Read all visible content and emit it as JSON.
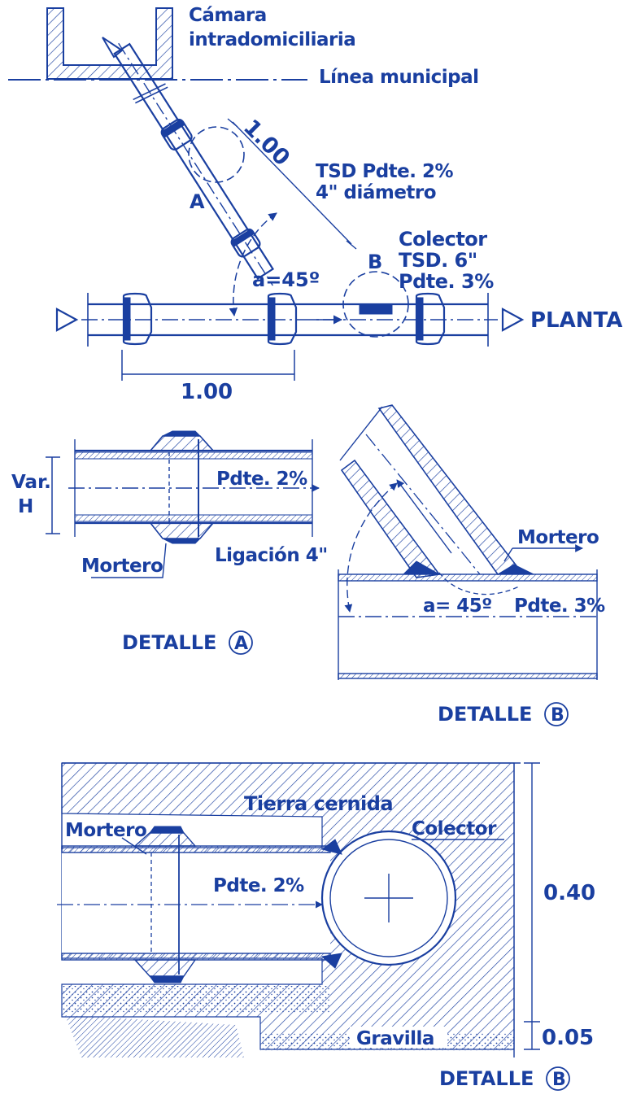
{
  "colors": {
    "ink": "#1a3fa0",
    "background": "#ffffff"
  },
  "plan": {
    "camera_label_1": "Cámara",
    "camera_label_2": "intradomiciliaria",
    "municipal_line": "Línea municipal",
    "branch_length": "1.00",
    "branch_pipe_1": "TSD Pdte. 2%",
    "branch_pipe_2": "4\" diámetro",
    "marker_a": "A",
    "marker_b": "B",
    "collector_1": "Colector",
    "collector_2": "TSD. 6\"",
    "collector_3": "Pdte. 3%",
    "angle": "a=45º",
    "view_label": "PLANTA",
    "segment_length": "1.00"
  },
  "detail_a": {
    "var_1": "Var.",
    "var_2": "H",
    "slope": "Pdte. 2%",
    "mortar": "Mortero",
    "ligation": "Ligación 4\"",
    "title_prefix": "DETALLE",
    "title_circle": "A"
  },
  "detail_b_plan": {
    "mortar": "Mortero",
    "angle": "a= 45º",
    "slope": "Pdte. 3%",
    "title_prefix": "DETALLE",
    "title_circle": "B"
  },
  "detail_b_section": {
    "soil": "Tierra cernida",
    "collector": "Colector",
    "mortar": "Mortero",
    "slope": "Pdte. 2%",
    "gravel": "Gravilla",
    "dim_top": "0.40",
    "dim_bottom": "0.05",
    "title_prefix": "DETALLE",
    "title_circle": "B"
  }
}
